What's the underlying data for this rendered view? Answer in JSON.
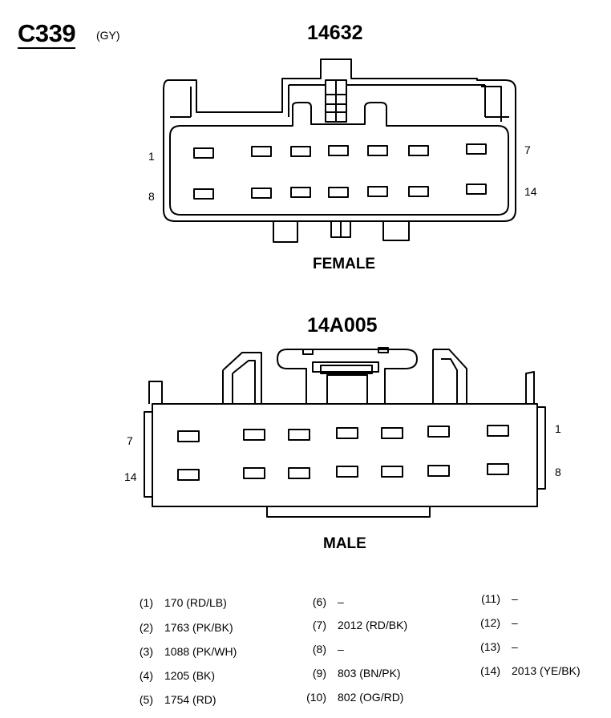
{
  "connector": {
    "id": "C339",
    "color": "(GY)"
  },
  "female": {
    "part_number": "14632",
    "caption": "FEMALE",
    "pin_labels": {
      "top_left": "1",
      "bottom_left": "8",
      "top_right": "7",
      "bottom_right": "14"
    }
  },
  "male": {
    "part_number": "14A005",
    "caption": "MALE",
    "pin_labels": {
      "top_left": "7",
      "bottom_left": "14",
      "top_right": "1",
      "bottom_right": "8"
    }
  },
  "pinout": [
    {
      "num": "(1)",
      "circuit": "170 (RD/LB)"
    },
    {
      "num": "(2)",
      "circuit": "1763 (PK/BK)"
    },
    {
      "num": "(3)",
      "circuit": "1088 (PK/WH)"
    },
    {
      "num": "(4)",
      "circuit": "1205 (BK)"
    },
    {
      "num": "(5)",
      "circuit": "1754 (RD)"
    },
    {
      "num": "(6)",
      "circuit": "–"
    },
    {
      "num": "(7)",
      "circuit": "2012 (RD/BK)"
    },
    {
      "num": "(8)",
      "circuit": "–"
    },
    {
      "num": "(9)",
      "circuit": "803 (BN/PK)"
    },
    {
      "num": "(10)",
      "circuit": "802 (OG/RD)"
    },
    {
      "num": "(11)",
      "circuit": "–"
    },
    {
      "num": "(12)",
      "circuit": "–"
    },
    {
      "num": "(13)",
      "circuit": "–"
    },
    {
      "num": "(14)",
      "circuit": "2013 (YE/BK)"
    }
  ]
}
